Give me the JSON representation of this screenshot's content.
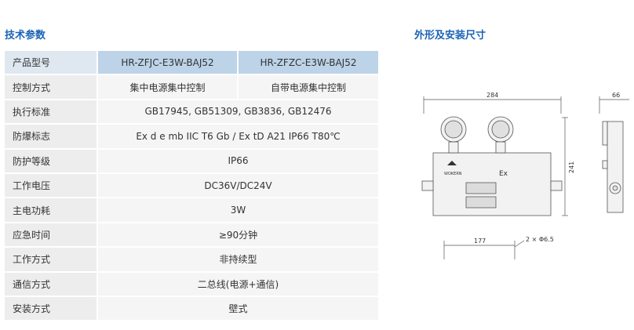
{
  "spec_section": {
    "title": "技术参数",
    "header": {
      "label": "产品型号",
      "model_a": "HR-ZFJC-E3W-BAJ52",
      "model_b": "HR-ZFZC-E3W-BAJ52"
    },
    "control_row": {
      "label": "控制方式",
      "model_a": "集中电源集中控制",
      "model_b": "自带电源集中控制"
    },
    "rows": [
      {
        "label": "执行标准",
        "value": "GB17945, GB51309, GB3836, GB12476"
      },
      {
        "label": "防爆标志",
        "value": "Ex d e mb IIC T6 Gb / Ex tD A21 IP66 T80℃"
      },
      {
        "label": "防护等级",
        "value": "IP66"
      },
      {
        "label": "工作电压",
        "value": "DC36V/DC24V"
      },
      {
        "label": "主电功耗",
        "value": "3W"
      },
      {
        "label": "应急时间",
        "value": "≥90分钟"
      },
      {
        "label": "工作方式",
        "value": "非持续型"
      },
      {
        "label": "通信方式",
        "value": "二总线(电源+通信)"
      },
      {
        "label": "安装方式",
        "value": "壁式"
      }
    ]
  },
  "dimension_section": {
    "title": "外形及安装尺寸",
    "width_label": "284",
    "depth_label": "66",
    "height_label": "241",
    "mount_spacing_label": "177",
    "hole_label": "2 × Φ6.5",
    "ex_mark": "Ex",
    "brand_mark": "WOKERN"
  }
}
